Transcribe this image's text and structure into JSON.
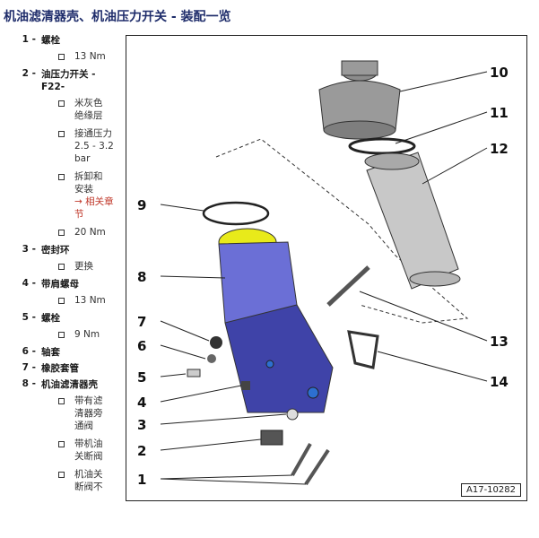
{
  "page_title": "机油滤清器壳、机油压力开关 - 装配一览",
  "parts": [
    {
      "num": "1 -",
      "name": "螺栓",
      "details": [
        {
          "text": "13 Nm"
        }
      ]
    },
    {
      "num": "2 -",
      "name": "油压力开关 -F22-",
      "details": [
        {
          "text": "米灰色绝缘层"
        },
        {
          "text": "接通压力 2.5 - 3.2 bar"
        },
        {
          "text": "拆卸和安装",
          "link": "→ 相关章节"
        },
        {
          "text": "20 Nm"
        }
      ]
    },
    {
      "num": "3 -",
      "name": "密封环",
      "details": [
        {
          "text": "更换"
        }
      ]
    },
    {
      "num": "4 -",
      "name": "带肩螺母",
      "details": [
        {
          "text": "13 Nm"
        }
      ]
    },
    {
      "num": "5 -",
      "name": "螺栓",
      "details": [
        {
          "text": "9 Nm"
        }
      ]
    },
    {
      "num": "6 -",
      "name": "轴套",
      "details": []
    },
    {
      "num": "7 -",
      "name": "橡胶套管",
      "details": []
    },
    {
      "num": "8 -",
      "name": "机油滤清器壳",
      "details": [
        {
          "text": "带有滤清器旁通阀"
        },
        {
          "text": "带机油关断阀"
        },
        {
          "text": "机油关断阀不"
        }
      ]
    }
  ],
  "diagram": {
    "figure_id": "A17-10282",
    "callouts": [
      "1",
      "2",
      "3",
      "4",
      "5",
      "6",
      "7",
      "8",
      "9",
      "10",
      "11",
      "12",
      "13",
      "14"
    ]
  },
  "colors": {
    "title": "#1f2d6b",
    "housing": "#6b6fd6",
    "housing_dark": "#3f43a8",
    "cap": "#9a9a9a",
    "filter": "#c8c8c8",
    "seal": "#e8ea1a",
    "link": "#c0392b"
  }
}
